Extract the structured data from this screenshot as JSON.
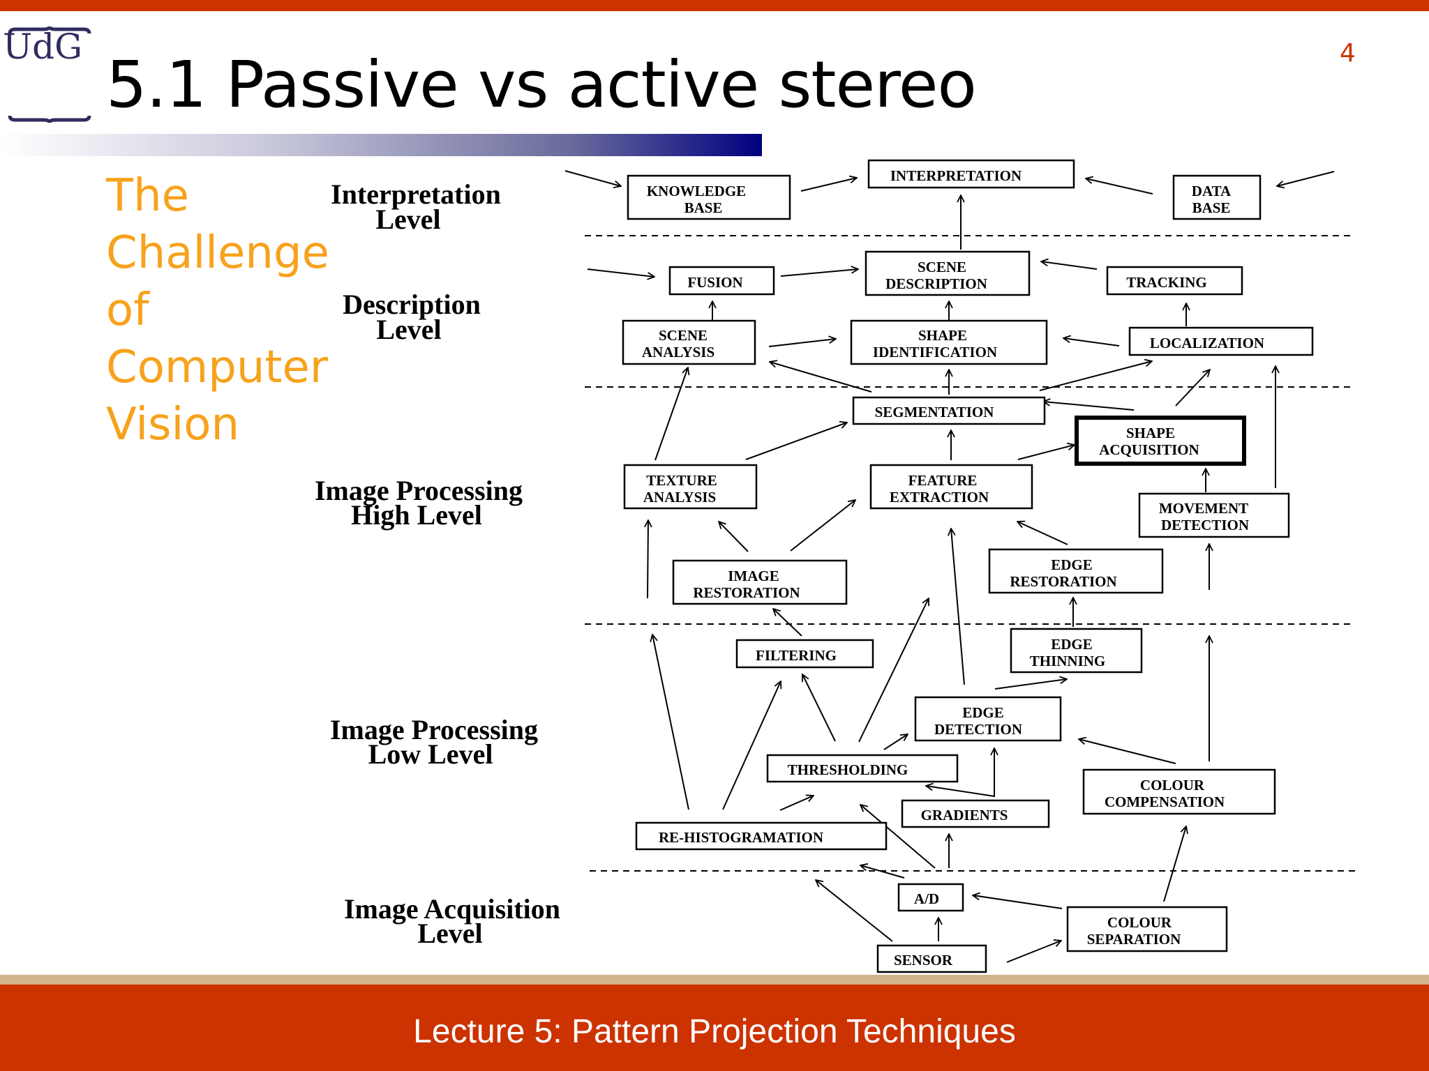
{
  "slide": {
    "title": "5.1 Passive vs active stereo",
    "page_number": "4",
    "logo_text": "UdG",
    "side_title": [
      "The",
      "Challenge",
      "of",
      "Computer",
      "Vision"
    ],
    "footer": "Lecture 5: Pattern Projection Techniques"
  },
  "colors": {
    "accent_red": "#cc3300",
    "title_orange": "#f7a21c",
    "logo_purple": "#2f2d5e",
    "rule_navy": "#000080"
  },
  "diagram": {
    "levels": [
      {
        "id": "interpretation",
        "lines": [
          "Interpretation",
          "Level"
        ]
      },
      {
        "id": "description",
        "lines": [
          "Description",
          "Level"
        ]
      },
      {
        "id": "high",
        "lines": [
          "Image Processing",
          "High Level"
        ]
      },
      {
        "id": "low",
        "lines": [
          "Image Processing",
          "Low Level"
        ]
      },
      {
        "id": "acquisition",
        "lines": [
          "Image Acquisition",
          "Level"
        ]
      }
    ],
    "boxes": [
      {
        "id": "knowledge_base",
        "lines": [
          "KNOWLEDGE",
          "BASE"
        ]
      },
      {
        "id": "interpretation",
        "lines": [
          "INTERPRETATION"
        ]
      },
      {
        "id": "data_base",
        "lines": [
          "DATA",
          "BASE"
        ]
      },
      {
        "id": "fusion",
        "lines": [
          "FUSION"
        ]
      },
      {
        "id": "scene_description",
        "lines": [
          "SCENE",
          "DESCRIPTION"
        ]
      },
      {
        "id": "tracking",
        "lines": [
          "TRACKING"
        ]
      },
      {
        "id": "scene_analysis",
        "lines": [
          "SCENE",
          "ANALYSIS"
        ]
      },
      {
        "id": "shape_identification",
        "lines": [
          "SHAPE",
          "IDENTIFICATION"
        ]
      },
      {
        "id": "localization",
        "lines": [
          "LOCALIZATION"
        ]
      },
      {
        "id": "segmentation",
        "lines": [
          "SEGMENTATION"
        ]
      },
      {
        "id": "shape_acquisition",
        "lines": [
          "SHAPE",
          "ACQUISITION"
        ]
      },
      {
        "id": "texture_analysis",
        "lines": [
          "TEXTURE",
          "ANALYSIS"
        ]
      },
      {
        "id": "feature_extraction",
        "lines": [
          "FEATURE",
          "EXTRACTION"
        ]
      },
      {
        "id": "movement_detection",
        "lines": [
          "MOVEMENT",
          "DETECTION"
        ]
      },
      {
        "id": "image_restoration",
        "lines": [
          "IMAGE",
          "RESTORATION"
        ]
      },
      {
        "id": "edge_restoration",
        "lines": [
          "EDGE",
          "RESTORATION"
        ]
      },
      {
        "id": "filtering",
        "lines": [
          "FILTERING"
        ]
      },
      {
        "id": "edge_thinning",
        "lines": [
          "EDGE",
          "THINNING"
        ]
      },
      {
        "id": "edge_detection",
        "lines": [
          "EDGE",
          "DETECTION"
        ]
      },
      {
        "id": "thresholding",
        "lines": [
          "THRESHOLDING"
        ]
      },
      {
        "id": "colour_compensation",
        "lines": [
          "COLOUR",
          "COMPENSATION"
        ]
      },
      {
        "id": "gradients",
        "lines": [
          "GRADIENTS"
        ]
      },
      {
        "id": "re_histogramation",
        "lines": [
          "RE-HISTOGRAMATION"
        ]
      },
      {
        "id": "a_d",
        "lines": [
          "A/D"
        ]
      },
      {
        "id": "colour_separation",
        "lines": [
          "COLOUR",
          "SEPARATION"
        ]
      },
      {
        "id": "sensor",
        "lines": [
          "SENSOR"
        ]
      }
    ]
  }
}
